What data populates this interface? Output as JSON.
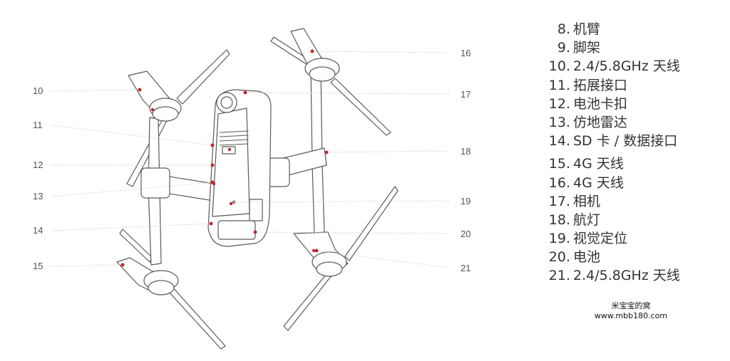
{
  "callouts": {
    "c10": "10",
    "c11": "11",
    "c12": "12",
    "c13": "13",
    "c14": "14",
    "c15": "15",
    "c16": "16",
    "c17": "17",
    "c18": "18",
    "c19": "19",
    "c20": "20",
    "c21": "21"
  },
  "legend": [
    {
      "num": "8.",
      "label": "机臂"
    },
    {
      "num": "9.",
      "label": "脚架"
    },
    {
      "num": "10.",
      "label": "2.4/5.8GHz 天线"
    },
    {
      "num": "11.",
      "label": "拓展接口"
    },
    {
      "num": "12.",
      "label": "电池卡扣"
    },
    {
      "num": "13.",
      "label": "仿地雷达"
    },
    {
      "num": "14.",
      "label": "SD 卡 / 数据接口"
    },
    {
      "num": "15.",
      "label": "4G 天线"
    },
    {
      "num": "16.",
      "label": "4G 天线"
    },
    {
      "num": "17.",
      "label": "相机"
    },
    {
      "num": "18.",
      "label": "航灯"
    },
    {
      "num": "19.",
      "label": "视觉定位"
    },
    {
      "num": "20.",
      "label": "电池"
    },
    {
      "num": "21.",
      "label": "2.4/5.8GHz 天线"
    }
  ],
  "watermark": {
    "line1": "米宝宝的窝",
    "line2": "www.mbb180.com"
  },
  "colors": {
    "outline": "#5a5a5a",
    "marker": "#c0272d",
    "leader": "#cfcfcf"
  }
}
